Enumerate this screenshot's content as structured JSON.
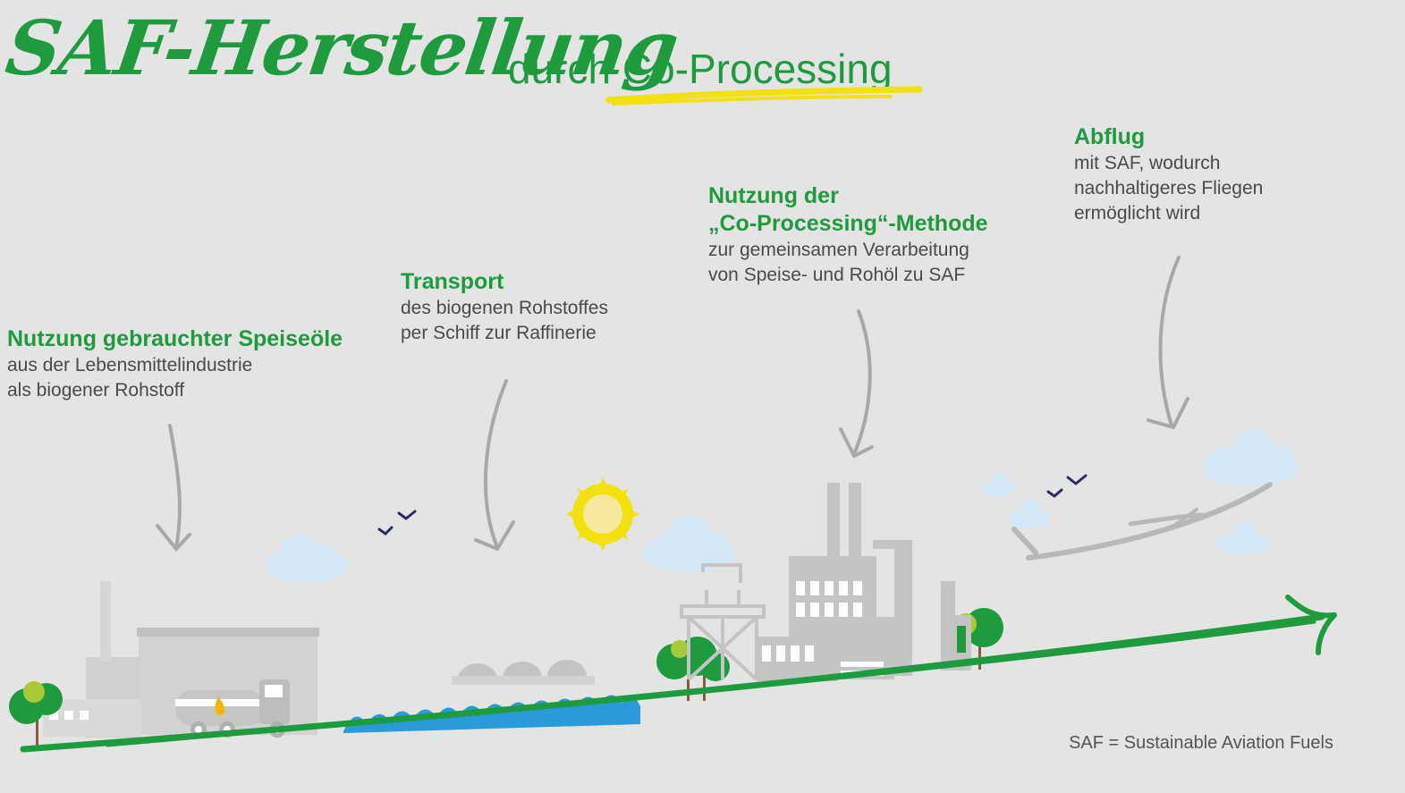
{
  "title": {
    "script": "SAF-Herstellung",
    "plain_prefix": "durch ",
    "plain_highlight": "Co-Processing"
  },
  "steps": [
    {
      "heading": "Nutzung gebrauchter Speiseöle",
      "desc": [
        "aus der Lebensmittelindustrie",
        "als biogener Rohstoff"
      ]
    },
    {
      "heading": "Transport",
      "desc": [
        "des biogenen Rohstoffes",
        "per Schiff zur Raffinerie"
      ]
    },
    {
      "heading": "Nutzung der",
      "heading2": "„Co-Processing“-Methode",
      "desc": [
        "zur gemeinsamen Verarbeitung",
        "von Speise- und Rohöl zu SAF"
      ]
    },
    {
      "heading": "Abflug",
      "desc": [
        "mit SAF, wodurch",
        "nachhaltigeres Fliegen",
        "ermöglicht wird"
      ]
    }
  ],
  "footnote": "SAF = Sustainable Aviation Fuels",
  "colors": {
    "green": "#1f9a3f",
    "yellow": "#f2e10f",
    "text_gray": "#4a4a4a",
    "cloud": "#d4e8f7",
    "water": "#2a9ad8",
    "bird": "#2c2a6a",
    "building": "#c4c4c4"
  },
  "icons": [
    "arrow-down-icon",
    "sun-icon",
    "cloud-icon",
    "bird-icon",
    "tree-icon",
    "factory-icon",
    "tanker-truck-icon",
    "ship-icon",
    "refinery-icon",
    "airplane-icon",
    "growth-arrow-icon"
  ]
}
